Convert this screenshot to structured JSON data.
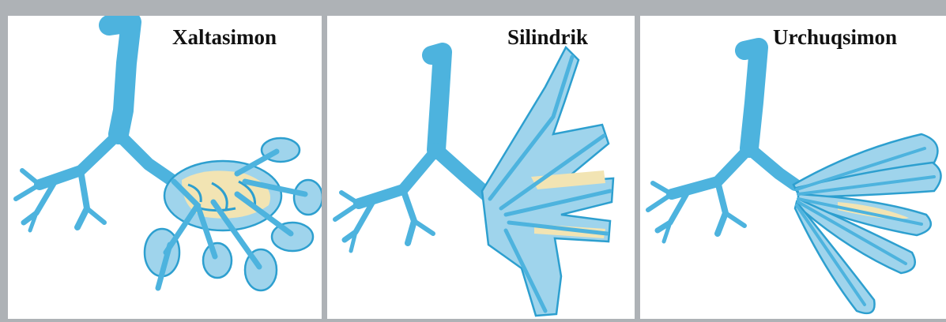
{
  "panels": [
    {
      "label": "Xaltasimon"
    },
    {
      "label": "Silindrik"
    },
    {
      "label": "Urchuqsimon"
    }
  ],
  "colors": {
    "frame": "#aeb2b6",
    "panel_background": "#ffffff",
    "airway": "#4db3de",
    "dilated_airway": "#9fd4ec",
    "mucus": "#f2e4b3",
    "outline": "#2d9fcf"
  }
}
